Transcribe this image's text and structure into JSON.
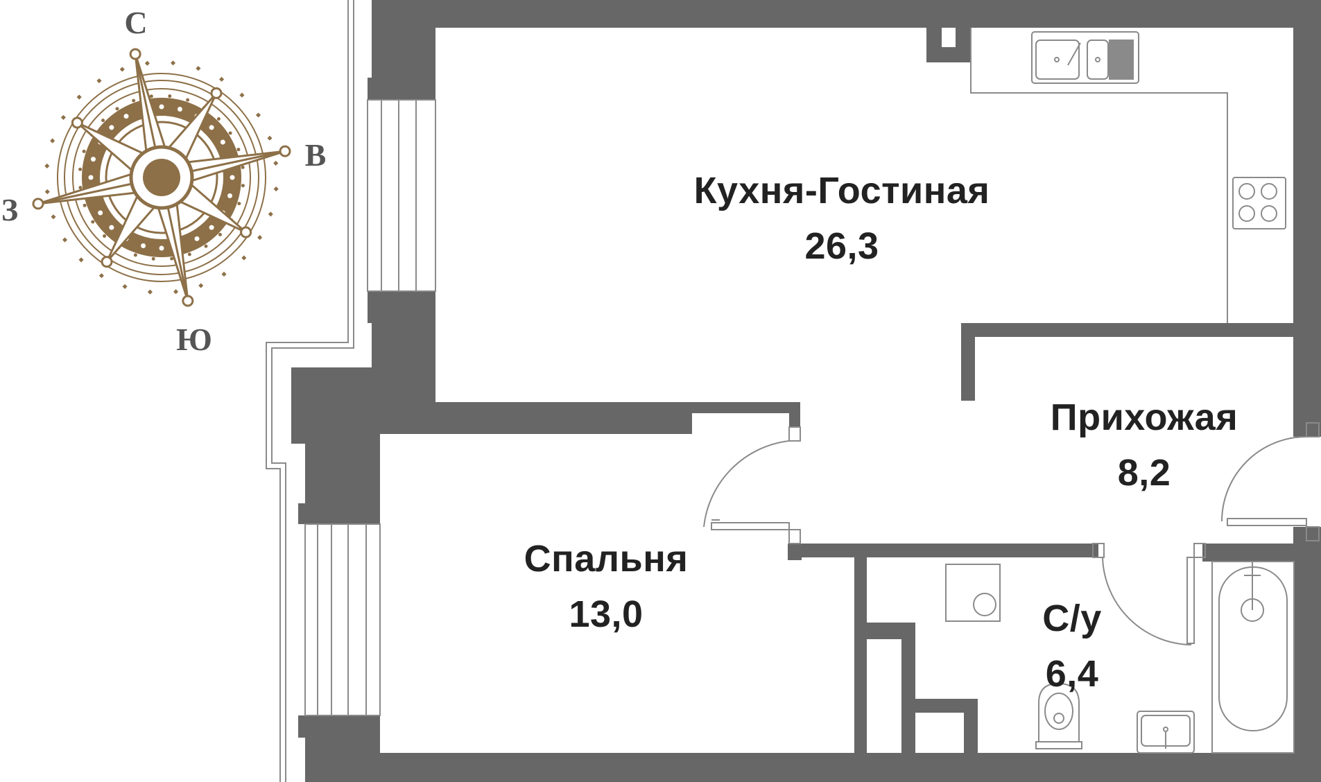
{
  "colors": {
    "wall": "#676767",
    "thin_line": "#8a8a8a",
    "compass_gold": "#8d7048",
    "label": "#222222",
    "compass_letters": "#555555"
  },
  "compass": {
    "north": "С",
    "east": "В",
    "south": "Ю",
    "west": "З"
  },
  "rooms": [
    {
      "name": "Кухня-Гостиная",
      "area": "26,3"
    },
    {
      "name": "Прихожая",
      "area": "8,2"
    },
    {
      "name": "Спальня",
      "area": "13,0"
    },
    {
      "name": "С/у",
      "area": "6,4"
    }
  ]
}
